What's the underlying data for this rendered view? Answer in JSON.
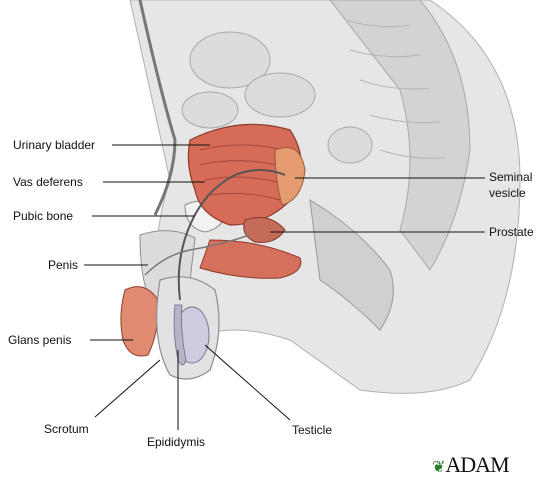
{
  "labels": {
    "urinary_bladder": "Urinary bladder",
    "vas_deferens": "Vas deferens",
    "pubic_bone": "Pubic bone",
    "penis": "Penis",
    "glans_penis": "Glans penis",
    "scrotum": "Scrotum",
    "epididymis": "Epididymis",
    "testicle": "Testicle",
    "seminal_vesicle_1": "Seminal",
    "seminal_vesicle_2": "vesicle",
    "prostate": "Prostate"
  },
  "brand": "ADAM",
  "colors": {
    "tissue": "#d9d9d9",
    "tissue_dark": "#b8b8b8",
    "muscle": "#c9614e",
    "muscle_light": "#e48a74",
    "testis": "#c8c4d8",
    "leader": "#111111"
  }
}
